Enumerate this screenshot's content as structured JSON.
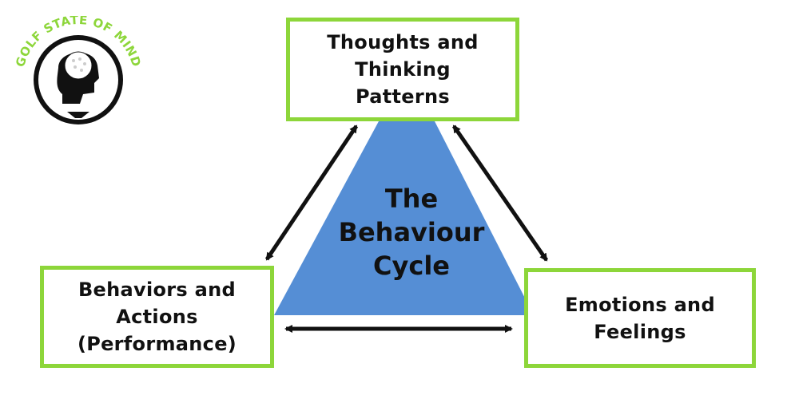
{
  "logo": {
    "text": "GOLF STATE OF MIND",
    "ring_color": "#8dd63a",
    "icon": "golfer-head-icon"
  },
  "diagram": {
    "center_label": "The\nBehaviour\nCycle",
    "center_color": "#558ed5",
    "border_color": "#8dd63a",
    "arrow_color": "#111111",
    "nodes": {
      "top": "Thoughts and\nThinking\nPatterns",
      "left": "Behaviors and\nActions\n(Performance)",
      "right": "Emotions and\nFeelings"
    }
  }
}
